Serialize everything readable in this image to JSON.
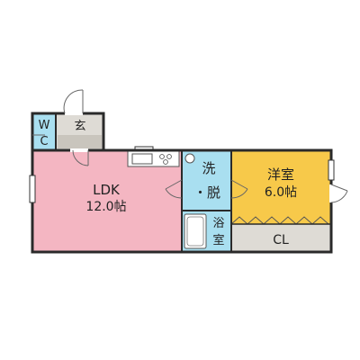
{
  "rooms": {
    "ldk": {
      "name": "LDK",
      "size": "12.0帖",
      "color": "#f4b6c2"
    },
    "bedroom": {
      "name": "洋室",
      "size": "6.0帖",
      "color": "#f7c94a"
    },
    "closet": {
      "name": "CL",
      "color": "#dedbd5"
    },
    "washroom": {
      "line1": "洗",
      "line2": "・脱",
      "color": "#a9dff0"
    },
    "bath": {
      "name": "浴室",
      "color": "#a9dff0"
    },
    "wc": {
      "line1": "W",
      "line2": "C",
      "color": "#a9dff0"
    },
    "entrance": {
      "name": "玄",
      "color": "#dedbd5"
    }
  },
  "colors": {
    "wall": "#2a2a2a",
    "door": "#666666"
  }
}
